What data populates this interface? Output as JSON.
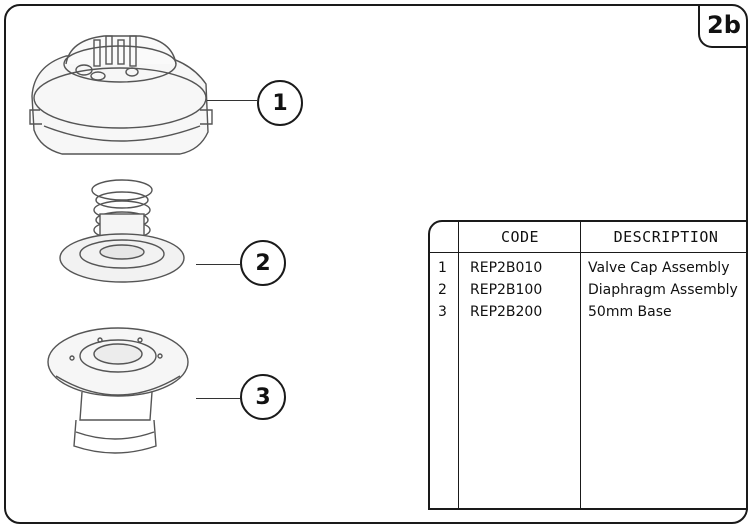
{
  "badge": "2b",
  "callouts": [
    "1",
    "2",
    "3"
  ],
  "table": {
    "headers": {
      "code": "CODE",
      "description": "DESCRIPTION"
    },
    "rows": [
      {
        "num": "1",
        "code": "REP2B010",
        "description": "Valve Cap Assembly"
      },
      {
        "num": "2",
        "code": "REP2B100",
        "description": "Diaphragm Assembly"
      },
      {
        "num": "3",
        "code": "REP2B200",
        "description": "50mm Base"
      }
    ]
  },
  "colors": {
    "line": "#1a1a1a",
    "background": "#ffffff"
  }
}
